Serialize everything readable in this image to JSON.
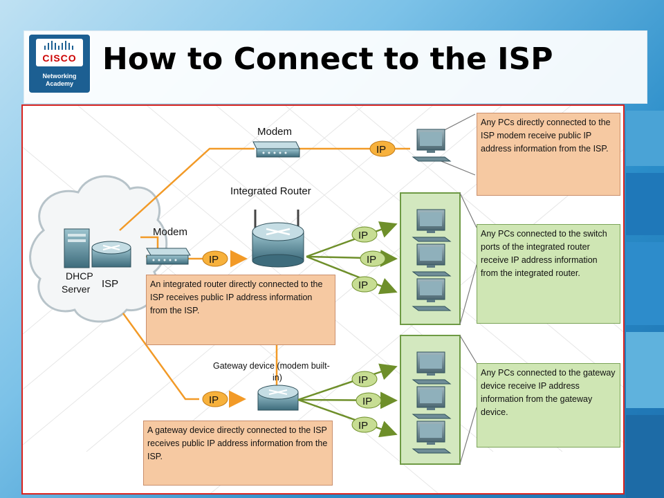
{
  "slide": {
    "title": "How to Connect to the ISP"
  },
  "logo": {
    "brand": "CISCO",
    "line1": "Networking",
    "line2": "Academy"
  },
  "diagram": {
    "modem_top": "Modem",
    "modem_mid": "Modem",
    "integrated_router": "Integrated Router",
    "gateway_device": "Gateway device (modem built-in)",
    "dhcp_line1": "DHCP",
    "dhcp_line2": "Server",
    "isp": "ISP",
    "ip": "IP"
  },
  "notes": {
    "top_right": "Any PCs directly connected to the ISP modem receive public IP address information from the ISP.",
    "mid_right": "Any PCs connected to the switch ports of the integrated router receive IP address information from the integrated router.",
    "bot_right": "Any PCs connected to the gateway device receive IP address information from the gateway device.",
    "mid_left": "An integrated router directly connected to the ISP receives public IP address information from the ISP.",
    "bot_left": "A gateway device directly connected to the ISP receives public IP address information from the ISP."
  },
  "colors": {
    "orange_line": "#f29a27",
    "green_line": "#6e8f2a",
    "ip_orange": "#f7b13c",
    "ip_green": "#c7dd93",
    "border_red": "#d9231f"
  }
}
